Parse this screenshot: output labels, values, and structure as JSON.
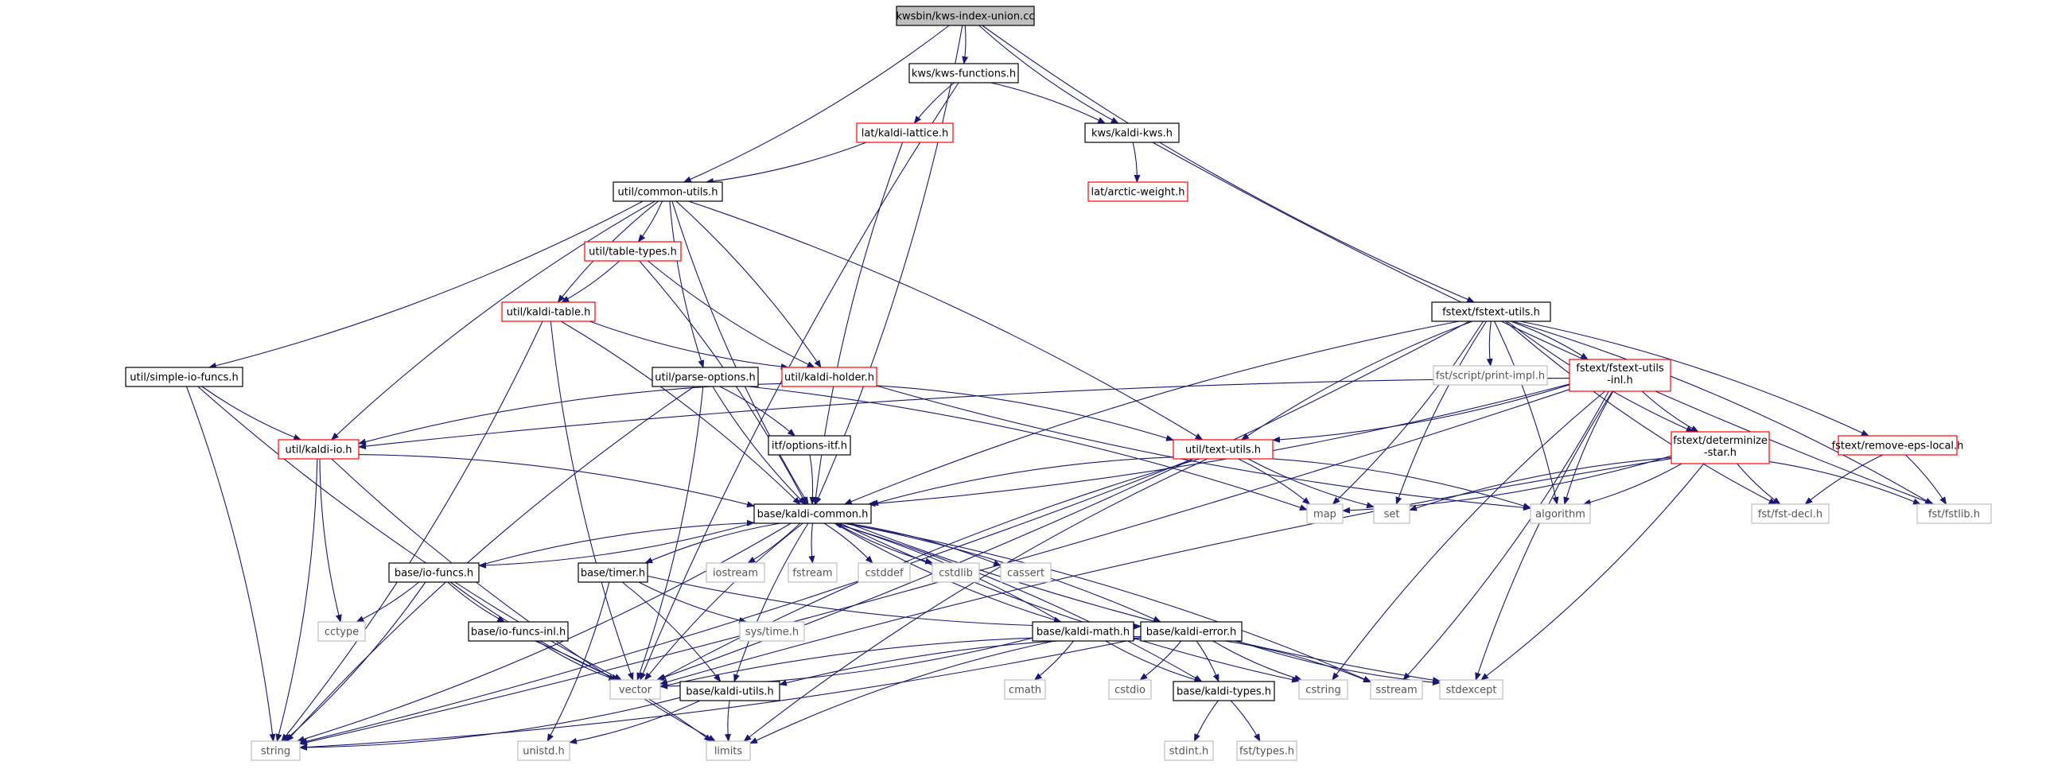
{
  "graph": {
    "nodes": [
      {
        "id": "root",
        "label": "kwsbin/kws-index-union.cc",
        "style": "root"
      },
      {
        "id": "kws_functions",
        "label": "kws/kws-functions.h",
        "style": "normal"
      },
      {
        "id": "lat_kaldi_lattice",
        "label": "lat/kaldi-lattice.h",
        "style": "red"
      },
      {
        "id": "kws_kaldi_kws",
        "label": "kws/kaldi-kws.h",
        "style": "normal"
      },
      {
        "id": "lat_arctic",
        "label": "lat/arctic-weight.h",
        "style": "red"
      },
      {
        "id": "util_common",
        "label": "util/common-utils.h",
        "style": "normal"
      },
      {
        "id": "util_table_types",
        "label": "util/table-types.h",
        "style": "red"
      },
      {
        "id": "util_kaldi_table",
        "label": "util/kaldi-table.h",
        "style": "red"
      },
      {
        "id": "util_simple_io",
        "label": "util/simple-io-funcs.h",
        "style": "normal"
      },
      {
        "id": "util_parse",
        "label": "util/parse-options.h",
        "style": "normal"
      },
      {
        "id": "util_holder",
        "label": "util/kaldi-holder.h",
        "style": "red"
      },
      {
        "id": "util_kaldi_io",
        "label": "util/kaldi-io.h",
        "style": "red"
      },
      {
        "id": "itf_options",
        "label": "itf/options-itf.h",
        "style": "normal"
      },
      {
        "id": "fstext_utils",
        "label": "fstext/fstext-utils.h",
        "style": "normal"
      },
      {
        "id": "fst_print_impl",
        "label": "fst/script/print-impl.h",
        "style": "grey"
      },
      {
        "id": "fstext_utils_inl",
        "label": [
          "fstext/fstext-utils",
          "-inl.h"
        ],
        "style": "red"
      },
      {
        "id": "fstext_determinize",
        "label": [
          "fstext/determinize",
          "-star.h"
        ],
        "style": "red"
      },
      {
        "id": "fstext_remove_eps",
        "label": "fstext/remove-eps-local.h",
        "style": "red"
      },
      {
        "id": "util_text_utils",
        "label": "util/text-utils.h",
        "style": "red"
      },
      {
        "id": "map",
        "label": "map",
        "style": "grey"
      },
      {
        "id": "set",
        "label": "set",
        "style": "grey"
      },
      {
        "id": "algorithm",
        "label": "algorithm",
        "style": "grey"
      },
      {
        "id": "fst_decl",
        "label": "fst/fst-decl.h",
        "style": "grey"
      },
      {
        "id": "fst_fstlib",
        "label": "fst/fstlib.h",
        "style": "grey"
      },
      {
        "id": "base_common",
        "label": "base/kaldi-common.h",
        "style": "normal"
      },
      {
        "id": "base_io_funcs",
        "label": "base/io-funcs.h",
        "style": "normal"
      },
      {
        "id": "base_timer",
        "label": "base/timer.h",
        "style": "normal"
      },
      {
        "id": "iostream",
        "label": "iostream",
        "style": "grey"
      },
      {
        "id": "fstream",
        "label": "fstream",
        "style": "grey"
      },
      {
        "id": "cstddef",
        "label": "cstddef",
        "style": "grey"
      },
      {
        "id": "cstdlib",
        "label": "cstdlib",
        "style": "grey"
      },
      {
        "id": "cassert",
        "label": "cassert",
        "style": "grey"
      },
      {
        "id": "cctype",
        "label": "cctype",
        "style": "grey"
      },
      {
        "id": "sys_time",
        "label": "sys/time.h",
        "style": "grey"
      },
      {
        "id": "base_io_funcs_inl",
        "label": "base/io-funcs-inl.h",
        "style": "normal"
      },
      {
        "id": "base_kaldi_math",
        "label": "base/kaldi-math.h",
        "style": "normal"
      },
      {
        "id": "base_kaldi_error",
        "label": "base/kaldi-error.h",
        "style": "normal"
      },
      {
        "id": "vector",
        "label": "vector",
        "style": "grey"
      },
      {
        "id": "base_kaldi_utils",
        "label": "base/kaldi-utils.h",
        "style": "normal"
      },
      {
        "id": "cmath",
        "label": "cmath",
        "style": "grey"
      },
      {
        "id": "cstdio",
        "label": "cstdio",
        "style": "grey"
      },
      {
        "id": "base_kaldi_types",
        "label": "base/kaldi-types.h",
        "style": "normal"
      },
      {
        "id": "cstring",
        "label": "cstring",
        "style": "grey"
      },
      {
        "id": "sstream",
        "label": "sstream",
        "style": "grey"
      },
      {
        "id": "stdexcept",
        "label": "stdexcept",
        "style": "grey"
      },
      {
        "id": "string",
        "label": "string",
        "style": "grey"
      },
      {
        "id": "unistd",
        "label": "unistd.h",
        "style": "grey"
      },
      {
        "id": "limits",
        "label": "limits",
        "style": "grey"
      },
      {
        "id": "stdint",
        "label": "stdint.h",
        "style": "grey"
      },
      {
        "id": "fst_types",
        "label": "fst/types.h",
        "style": "grey"
      }
    ],
    "edges": [
      [
        "root",
        "kws_functions"
      ],
      [
        "root",
        "kws_kaldi_kws"
      ],
      [
        "root",
        "util_common"
      ],
      [
        "root",
        "fstext_utils"
      ],
      [
        "root",
        "base_common"
      ],
      [
        "kws_functions",
        "lat_kaldi_lattice"
      ],
      [
        "kws_functions",
        "kws_kaldi_kws"
      ],
      [
        "kws_functions",
        "vector"
      ],
      [
        "lat_kaldi_lattice",
        "util_common"
      ],
      [
        "lat_kaldi_lattice",
        "base_common"
      ],
      [
        "kws_kaldi_kws",
        "lat_arctic"
      ],
      [
        "kws_kaldi_kws",
        "fst_fstlib"
      ],
      [
        "util_common",
        "util_table_types"
      ],
      [
        "util_common",
        "util_kaldi_table"
      ],
      [
        "util_common",
        "util_simple_io"
      ],
      [
        "util_common",
        "util_parse"
      ],
      [
        "util_common",
        "util_holder"
      ],
      [
        "util_common",
        "util_kaldi_io"
      ],
      [
        "util_common",
        "util_text_utils"
      ],
      [
        "util_common",
        "base_common"
      ],
      [
        "util_table_types",
        "util_kaldi_table"
      ],
      [
        "util_table_types",
        "util_holder"
      ],
      [
        "util_table_types",
        "base_common"
      ],
      [
        "util_kaldi_table",
        "util_holder"
      ],
      [
        "util_kaldi_table",
        "base_common"
      ],
      [
        "util_kaldi_table",
        "vector"
      ],
      [
        "util_kaldi_table",
        "string"
      ],
      [
        "util_simple_io",
        "util_kaldi_io"
      ],
      [
        "util_simple_io",
        "string"
      ],
      [
        "util_simple_io",
        "vector"
      ],
      [
        "util_parse",
        "itf_options"
      ],
      [
        "util_parse",
        "base_common"
      ],
      [
        "util_parse",
        "map"
      ],
      [
        "util_parse",
        "string"
      ],
      [
        "util_parse",
        "vector"
      ],
      [
        "util_holder",
        "util_kaldi_io"
      ],
      [
        "util_holder",
        "util_text_utils"
      ],
      [
        "util_holder",
        "algorithm"
      ],
      [
        "util_kaldi_io",
        "base_common"
      ],
      [
        "util_kaldi_io",
        "cctype"
      ],
      [
        "util_kaldi_io",
        "string"
      ],
      [
        "util_kaldi_io",
        "limits"
      ],
      [
        "itf_options",
        "base_common"
      ],
      [
        "fstext_utils",
        "fst_print_impl"
      ],
      [
        "fstext_utils",
        "fstext_utils_inl"
      ],
      [
        "fstext_utils",
        "fstext_determinize"
      ],
      [
        "fstext_utils",
        "fstext_remove_eps"
      ],
      [
        "fstext_utils",
        "util_text_utils"
      ],
      [
        "fstext_utils",
        "map"
      ],
      [
        "fstext_utils",
        "set"
      ],
      [
        "fstext_utils",
        "algorithm"
      ],
      [
        "fstext_utils",
        "fst_decl"
      ],
      [
        "fstext_utils",
        "fst_fstlib"
      ],
      [
        "fstext_utils",
        "base_common"
      ],
      [
        "fstext_utils",
        "vector"
      ],
      [
        "fstext_utils_inl",
        "fstext_determinize"
      ],
      [
        "fstext_utils_inl",
        "util_text_utils"
      ],
      [
        "fstext_utils_inl",
        "util_kaldi_io"
      ],
      [
        "fstext_utils_inl",
        "base_common"
      ],
      [
        "fstext_utils_inl",
        "algorithm"
      ],
      [
        "fstext_utils_inl",
        "sstream"
      ],
      [
        "fstext_utils_inl",
        "cstring"
      ],
      [
        "fstext_utils_inl",
        "string"
      ],
      [
        "fstext_utils_inl",
        "stdexcept"
      ],
      [
        "fstext_determinize",
        "map"
      ],
      [
        "fstext_determinize",
        "set"
      ],
      [
        "fstext_determinize",
        "algorithm"
      ],
      [
        "fstext_determinize",
        "fst_decl"
      ],
      [
        "fstext_determinize",
        "fst_fstlib"
      ],
      [
        "fstext_determinize",
        "vector"
      ],
      [
        "fstext_determinize",
        "stdexcept"
      ],
      [
        "fstext_remove_eps",
        "fst_decl"
      ],
      [
        "fstext_remove_eps",
        "fst_fstlib"
      ],
      [
        "util_text_utils",
        "base_common"
      ],
      [
        "util_text_utils",
        "map"
      ],
      [
        "util_text_utils",
        "set"
      ],
      [
        "util_text_utils",
        "algorithm"
      ],
      [
        "util_text_utils",
        "vector"
      ],
      [
        "util_text_utils",
        "string"
      ],
      [
        "util_text_utils",
        "limits"
      ],
      [
        "base_common",
        "base_io_funcs"
      ],
      [
        "base_common",
        "base_timer"
      ],
      [
        "base_common",
        "iostream"
      ],
      [
        "base_common",
        "fstream"
      ],
      [
        "base_common",
        "cstddef"
      ],
      [
        "base_common",
        "cstdlib"
      ],
      [
        "base_common",
        "cassert"
      ],
      [
        "base_common",
        "base_kaldi_math"
      ],
      [
        "base_common",
        "base_kaldi_error"
      ],
      [
        "base_common",
        "base_kaldi_utils"
      ],
      [
        "base_common",
        "base_kaldi_types"
      ],
      [
        "base_common",
        "vector"
      ],
      [
        "base_common",
        "string"
      ],
      [
        "base_common",
        "cstring"
      ],
      [
        "base_common",
        "sstream"
      ],
      [
        "base_common",
        "stdexcept"
      ],
      [
        "base_io_funcs",
        "base_common"
      ],
      [
        "base_io_funcs",
        "base_io_funcs_inl"
      ],
      [
        "base_io_funcs",
        "cctype"
      ],
      [
        "base_io_funcs",
        "vector"
      ],
      [
        "base_io_funcs",
        "string"
      ],
      [
        "base_timer",
        "base_kaldi_error"
      ],
      [
        "base_timer",
        "base_kaldi_utils"
      ],
      [
        "base_timer",
        "sys_time"
      ],
      [
        "base_timer",
        "unistd"
      ],
      [
        "base_io_funcs_inl",
        "vector"
      ],
      [
        "base_io_funcs_inl",
        "limits"
      ],
      [
        "base_kaldi_math",
        "base_common"
      ],
      [
        "base_kaldi_math",
        "cmath"
      ],
      [
        "base_kaldi_math",
        "limits"
      ],
      [
        "base_kaldi_math",
        "vector"
      ],
      [
        "base_kaldi_math",
        "base_kaldi_types"
      ],
      [
        "base_kaldi_error",
        "base_kaldi_types"
      ],
      [
        "base_kaldi_error",
        "base_kaldi_utils"
      ],
      [
        "base_kaldi_error",
        "cstdio"
      ],
      [
        "base_kaldi_error",
        "cstring"
      ],
      [
        "base_kaldi_error",
        "sstream"
      ],
      [
        "base_kaldi_error",
        "stdexcept"
      ],
      [
        "base_kaldi_error",
        "string"
      ],
      [
        "base_kaldi_error",
        "vector"
      ],
      [
        "base_kaldi_utils",
        "string"
      ],
      [
        "base_kaldi_utils",
        "limits"
      ],
      [
        "base_kaldi_utils",
        "unistd"
      ],
      [
        "base_kaldi_types",
        "stdint"
      ],
      [
        "base_kaldi_types",
        "fst_types"
      ]
    ]
  },
  "colors": {
    "edge": "#191970",
    "normal_border": "#000000",
    "red_border": "#ff0000",
    "grey_border": "#bfbfbf",
    "root_fill": "#bfbfbf",
    "text": "#000000",
    "grey_text": "#555555"
  }
}
